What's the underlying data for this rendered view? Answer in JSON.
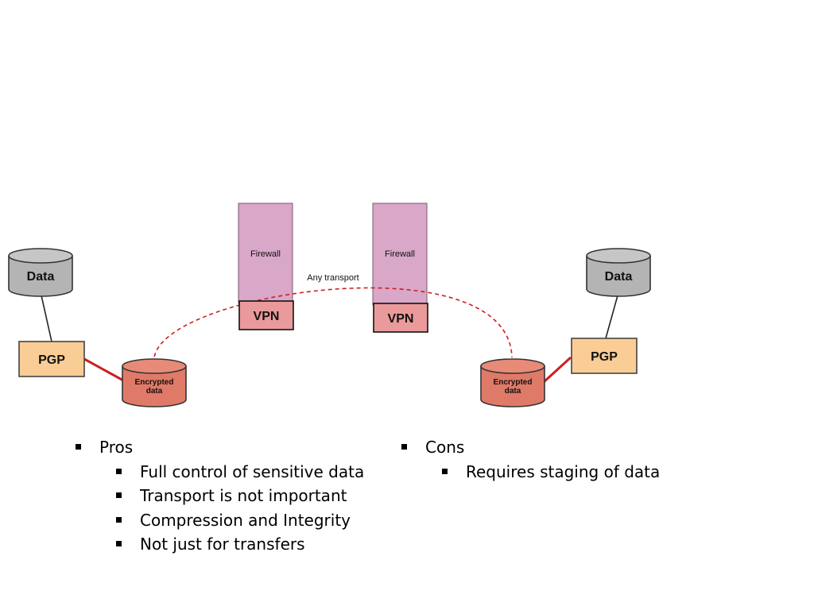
{
  "diagram": {
    "left_data": "Data",
    "right_data": "Data",
    "left_pgp": "PGP",
    "right_pgp": "PGP",
    "left_encrypted": [
      "Encrypted",
      "data"
    ],
    "right_encrypted": [
      "Encrypted",
      "data"
    ],
    "left_firewall": "Firewall",
    "right_firewall": "Firewall",
    "left_vpn": "VPN",
    "right_vpn": "VPN",
    "transport_label": "Any transport"
  },
  "pros": {
    "heading": "Pros",
    "items": [
      "Full control of sensitive data",
      "Transport is not important",
      "Compression and Integrity",
      "Not just for transfers"
    ]
  },
  "cons": {
    "heading": "Cons",
    "items": [
      "Requires staging of data"
    ]
  },
  "colors": {
    "firewall": "#d9a7c7",
    "vpn": "#ea9a9a",
    "pgp": "#fbcd96",
    "data_cylinder": "#b4b4b4",
    "encrypted_cylinder": "#e07a68",
    "link_red": "#cc1f1f",
    "transport_dashed": "#cc1f1f"
  }
}
